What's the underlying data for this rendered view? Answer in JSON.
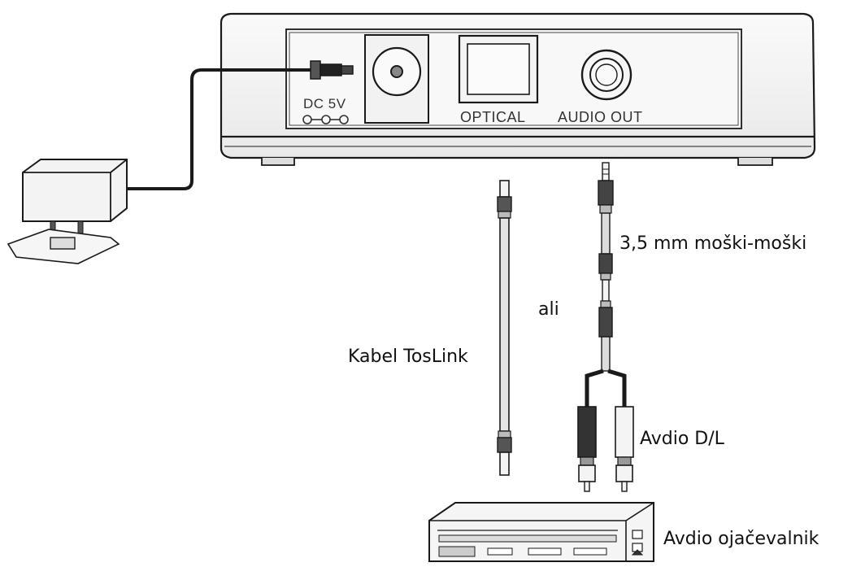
{
  "device": {
    "port_dc": "DC 5V",
    "port_optical": "OPTICAL",
    "port_audio_out": "AUDIO OUT"
  },
  "labels": {
    "cable_35mm": "3,5 mm moški-moški",
    "or": "ali",
    "toslink": "Kabel TosLink",
    "audio_lr": "Avdio D/L",
    "amplifier": "Avdio ojačevalnik"
  },
  "colors": {
    "line": "#1a1a1a",
    "fill_light": "#f4f4f4",
    "fill_mid": "#e2e2e2",
    "fill_dark": "#333333"
  }
}
